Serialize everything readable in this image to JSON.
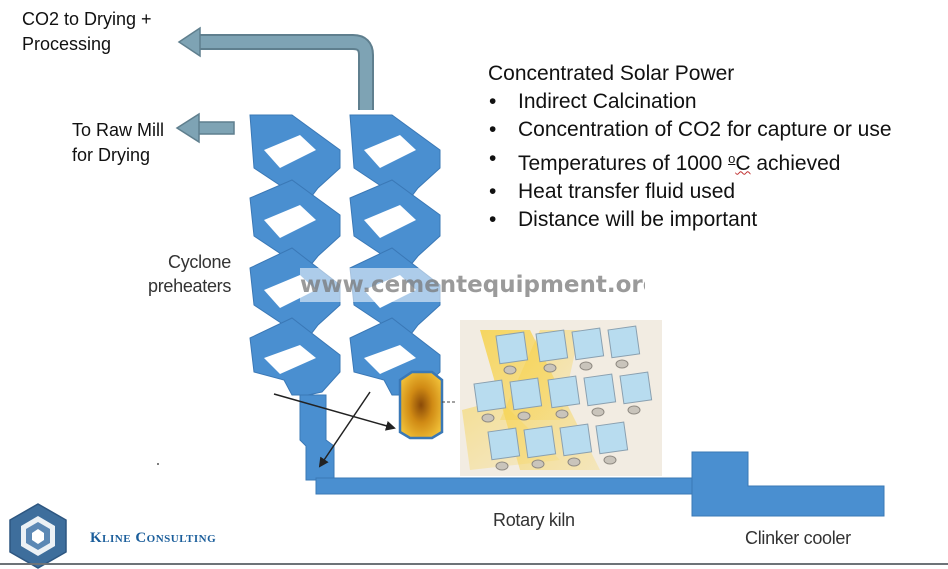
{
  "labels": {
    "co2_line1": "CO2 to Drying +",
    "co2_line2": "Processing",
    "raw_mill_line1": "To Raw Mill",
    "raw_mill_line2": "for Drying",
    "cyclone_line1": "Cyclone",
    "cyclone_line2": "preheaters",
    "rotary_kiln": "Rotary kiln",
    "clinker_cooler": "Clinker cooler"
  },
  "solar": {
    "heading": "Concentrated Solar Power",
    "bullets": [
      "Indirect Calcination",
      "Concentration of CO2 for capture or use",
      "Distance will be important",
      "Heat transfer fluid used"
    ],
    "temp_prefix": "Temperatures of 1000 ",
    "temp_superscript": "o",
    "temp_unit": "C",
    "temp_suffix": " achieved"
  },
  "watermark": "www.cementequipment.org",
  "company": {
    "name": "Kline Consulting"
  },
  "colors": {
    "equipment_blue": "#4a8fd0",
    "pipe_steel": "#6e97a9",
    "calciner_gold": "#e0a820",
    "mirror_blue": "#b8dcef",
    "logo_blue": "#3e6e9c"
  }
}
